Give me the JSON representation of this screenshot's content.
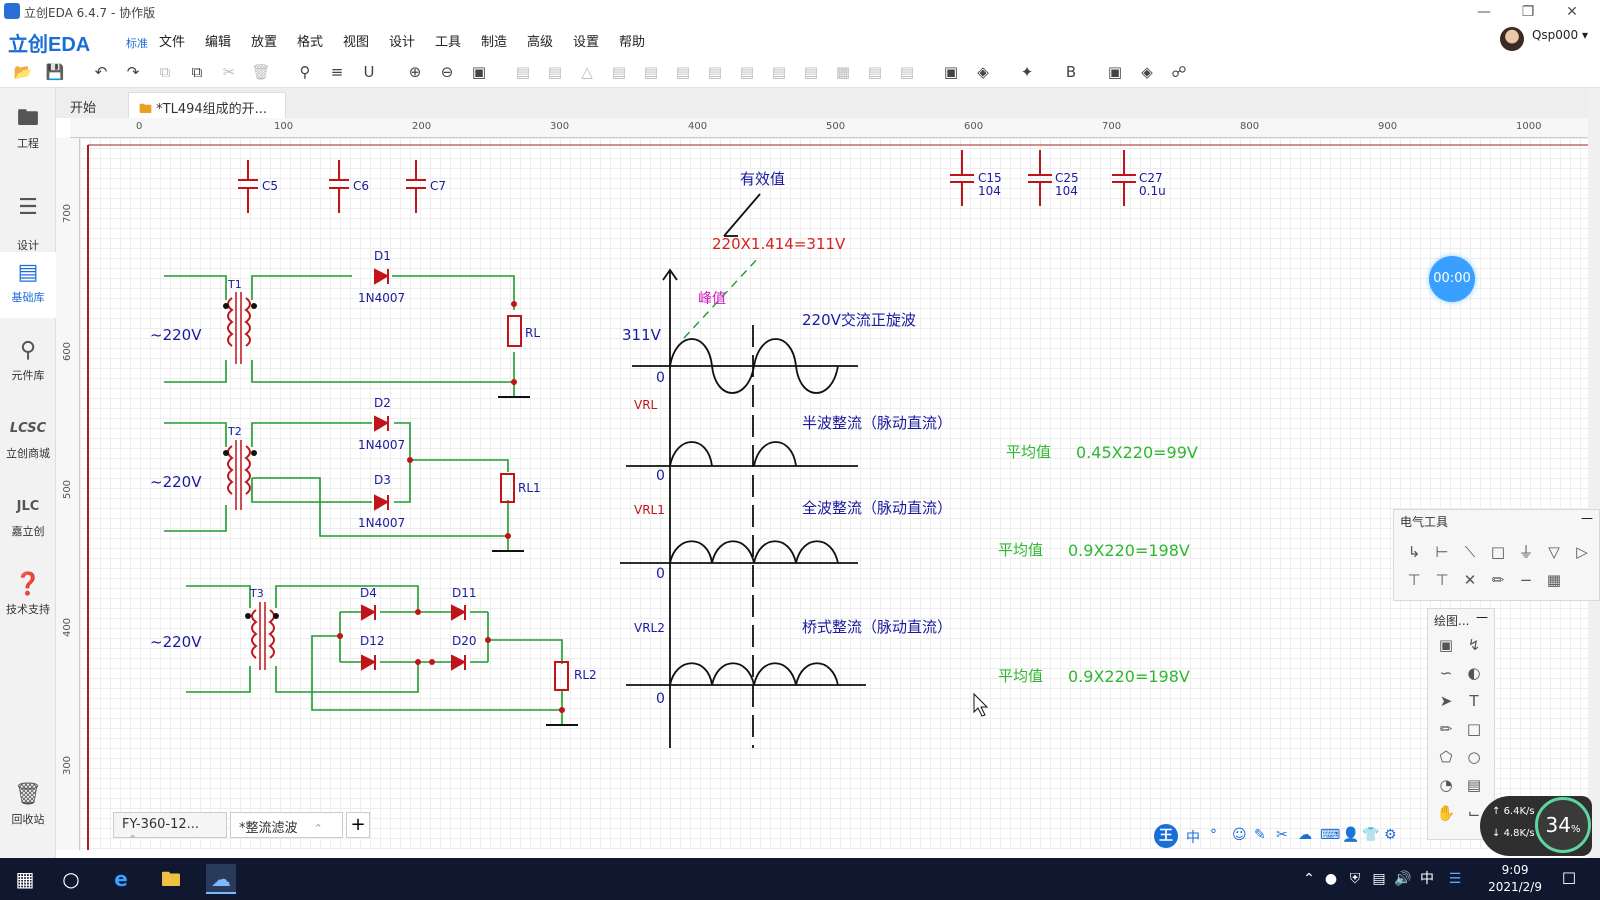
{
  "window": {
    "title": "立创EDA 6.4.7 - 协作版",
    "controls": [
      "—",
      "❐",
      "✕"
    ]
  },
  "brand": {
    "name": "立创EDA",
    "edition": "标准"
  },
  "menu": [
    "文件",
    "编辑",
    "放置",
    "格式",
    "视图",
    "设计",
    "工具",
    "制造",
    "高级",
    "设置",
    "帮助"
  ],
  "user": {
    "name": "Qsp000 ▾"
  },
  "sidebar": {
    "items": [
      {
        "label": "工程",
        "icon": "folder-icon"
      },
      {
        "label": "设计\n管理器",
        "icon": "list-icon"
      },
      {
        "label": "基础库",
        "icon": "chip-icon",
        "active": true
      },
      {
        "label": "元件库",
        "icon": "search-icon"
      },
      {
        "label": "立创商城",
        "icon": "lcsc-icon"
      },
      {
        "label": "嘉立创",
        "icon": "jlc-icon"
      },
      {
        "label": "技术支持",
        "icon": "help-icon"
      },
      {
        "label": "回收站",
        "icon": "trash-icon"
      }
    ]
  },
  "doc_tabs": [
    {
      "label": "开始"
    },
    {
      "label": "*TL494组成的开...",
      "active": true
    }
  ],
  "ruler": {
    "top": [
      "0",
      "100",
      "200",
      "300",
      "400",
      "500",
      "600",
      "700",
      "800",
      "900",
      "1000"
    ],
    "left": [
      "700",
      "600",
      "500",
      "400",
      "300"
    ]
  },
  "schematic": {
    "caps": [
      {
        "ref": "C5",
        "value": ""
      },
      {
        "ref": "C6",
        "value": ""
      },
      {
        "ref": "C7",
        "value": ""
      },
      {
        "ref": "C15",
        "value": "104"
      },
      {
        "ref": "C25",
        "value": "104"
      },
      {
        "ref": "C27",
        "value": "0.1u"
      }
    ],
    "circuit1": {
      "source": "~220V",
      "transformer": "T1",
      "diode": "D1",
      "diode_part": "1N4007",
      "load": "RL"
    },
    "circuit2": {
      "source": "~220V",
      "transformer": "T2",
      "diode_a": "D2",
      "diode_a_part": "1N4007",
      "diode_b": "D3",
      "diode_b_part": "1N4007",
      "load": "RL1"
    },
    "circuit3": {
      "source": "~220V",
      "transformer": "T3",
      "d1": "D4",
      "d2": "D11",
      "d3": "D12",
      "d4": "D20",
      "load": "RL2"
    },
    "annotations": {
      "rms_label": "有效值",
      "peak_formula": "220X1.414=311V",
      "peak_label": "峰值",
      "peak_value": "311V",
      "ac_title": "220V交流正旋波",
      "half_title": "半波整流（脉动直流）",
      "full_title": "全波整流（脉动直流）",
      "bridge_title": "桥式整流（脉动直流）",
      "zero": "0",
      "vrl": "VRL",
      "vrl1": "VRL1",
      "vrl2": "VRL2",
      "avg_label": "平均值",
      "avg_half": "0.45X220=99V",
      "avg_full": "0.9X220=198V",
      "avg_bridge": "0.9X220=198V"
    }
  },
  "sheet_tabs": [
    "FY-360-12...",
    "*整流滤波"
  ],
  "sheet_add": "+",
  "timer": "00:00",
  "panels": {
    "electric": {
      "title": "电气工具",
      "collapse": "—"
    },
    "drawing": {
      "title": "绘图...",
      "collapse": "—"
    }
  },
  "net": {
    "up": "6.4",
    "down": "4.8",
    "unit": "K/s",
    "cpu": "34"
  },
  "ime": [
    "中",
    "°",
    "☺",
    "✎",
    "✂",
    "☁",
    "⌨",
    "👤",
    "👕",
    "⚙"
  ],
  "taskbar": {
    "time": "9:09",
    "date": "2021/2/9",
    "ime": "中"
  },
  "colors": {
    "wire": "#1e9a2e",
    "component": "#c0141a",
    "label_blue": "#1a1aa0",
    "formula_red": "#d92020",
    "magenta": "#d020c0",
    "green": "#2db82d",
    "accent": "#1a6ed8"
  }
}
